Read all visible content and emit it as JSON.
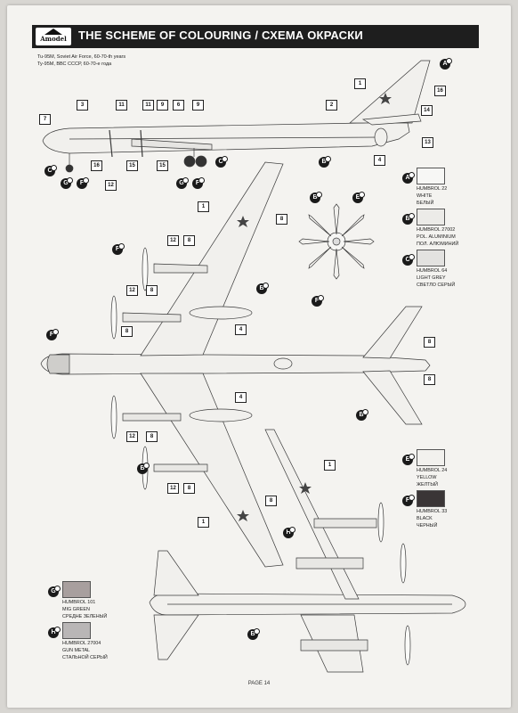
{
  "header": {
    "logo": "Amodel",
    "title": "THE SCHEME OF COLOURING / СХЕМА ОКРАСКИ"
  },
  "subtitles": [
    "Tu-95M, Soviet Air Force, 60-70-th years",
    "Ту-95М, ВВС СССР, 60-70-е года"
  ],
  "colours": [
    {
      "code": "A",
      "lines": [
        "HUMBROL 22",
        "WHITE",
        "БЕЛЫЙ"
      ],
      "hex": "#f7f7f5"
    },
    {
      "code": "B",
      "lines": [
        "HUMBROL 27002",
        "POL. ALUMINIUM",
        "ПОЛ. АЛЮМИНИЙ"
      ],
      "hex": "#ecebe8"
    },
    {
      "code": "C",
      "lines": [
        "HUMBROL 64",
        "LIGHT GREY",
        "СВЕТЛО СЕРЫЙ"
      ],
      "hex": "#e3e2e0"
    },
    {
      "code": "E",
      "lines": [
        "HUMBROL 24",
        "YELLOW",
        "ЖЕЛТЫЙ"
      ],
      "hex": "#f2f1ee"
    },
    {
      "code": "F",
      "lines": [
        "HUMBROL 33",
        "BLACK",
        "ЧЕРНЫЙ"
      ],
      "hex": "#3a3536"
    },
    {
      "code": "G",
      "lines": [
        "HUMBROL 101",
        "MIG GREEN",
        "СРЕДНЕ ЗЕЛЕНЫЙ"
      ],
      "hex": "#a89f9e"
    },
    {
      "code": "H",
      "lines": [
        "HUMBROL 27004",
        "GUN METAL",
        "СТАЛЬНОЙ СЕРЫЙ"
      ],
      "hex": "#b9b6b6"
    }
  ],
  "callouts": {
    "letters": [
      "A",
      "B",
      "C",
      "F",
      "G",
      "F",
      "C",
      "G",
      "F",
      "B",
      "E",
      "F",
      "B",
      "F",
      "B",
      "B",
      "H",
      "B"
    ],
    "numbers": [
      "1",
      "16",
      "3",
      "7",
      "2",
      "14",
      "11",
      "11",
      "9",
      "6",
      "9",
      "13",
      "4",
      "16",
      "15",
      "15",
      "12",
      "1",
      "8",
      "12",
      "8",
      "12",
      "8",
      "4",
      "8",
      "8",
      "8",
      "4",
      "12",
      "8",
      "12",
      "8",
      "1",
      "8",
      "1"
    ]
  },
  "footer": {
    "page": "PAGE 14"
  }
}
